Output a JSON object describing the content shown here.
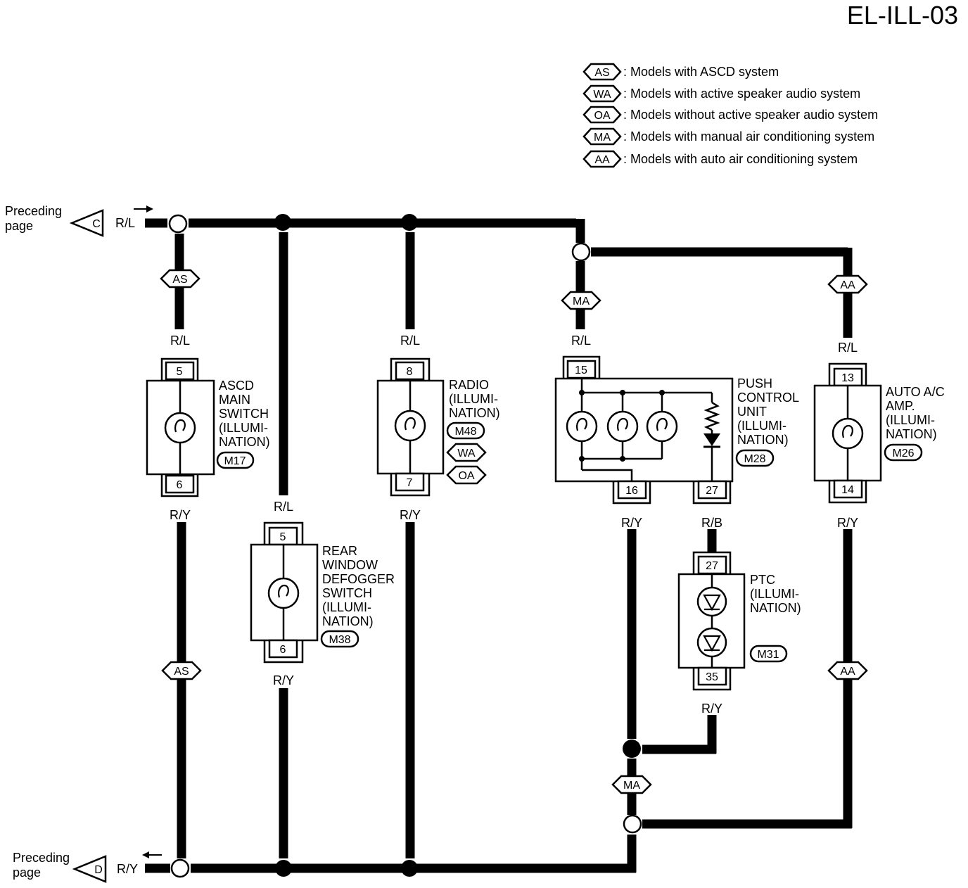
{
  "page_code": "EL-ILL-03",
  "legend": [
    {
      "code": "AS",
      "text": ": Models with ASCD system"
    },
    {
      "code": "WA",
      "text": ": Models with active speaker audio system"
    },
    {
      "code": "OA",
      "text": ": Models without active speaker audio system"
    },
    {
      "code": "MA",
      "text": ": Models with manual air conditioning system"
    },
    {
      "code": "AA",
      "text": ": Models with auto air conditioning system"
    }
  ],
  "references": {
    "top": {
      "line1": "Preceding",
      "line2": "page",
      "letter": "C",
      "wire": "R/L"
    },
    "bottom": {
      "line1": "Preceding",
      "line2": "page",
      "letter": "D",
      "wire": "R/Y"
    }
  },
  "tags": {
    "as": "AS",
    "ma": "MA",
    "aa": "AA",
    "wa": "WA",
    "oa": "OA"
  },
  "wires": {
    "rl": "R/L",
    "ry": "R/Y",
    "rb": "R/B"
  },
  "components": {
    "ascd": {
      "lines": [
        "ASCD",
        "MAIN",
        "SWITCH",
        "(ILLUMI-",
        "NATION)"
      ],
      "connector": "M17",
      "pin_top": "5",
      "pin_bottom": "6"
    },
    "defogger": {
      "lines": [
        "REAR",
        "WINDOW",
        "DEFOGGER",
        "SWITCH",
        "(ILLUMI-",
        "NATION)"
      ],
      "connector": "M38",
      "pin_top": "5",
      "pin_bottom": "6"
    },
    "radio": {
      "lines": [
        "RADIO",
        "(ILLUMI-",
        "NATION)"
      ],
      "connector": "M48",
      "pin_top": "8",
      "pin_bottom": "7"
    },
    "push": {
      "lines": [
        "PUSH",
        "CONTROL",
        "UNIT",
        "(ILLUMI-",
        "NATION)"
      ],
      "connector": "M28",
      "pin_top": "15",
      "pin_bottom_a": "16",
      "pin_bottom_b": "27"
    },
    "ptc": {
      "lines": [
        "PTC",
        "(ILLUMI-",
        "NATION)"
      ],
      "connector": "M31",
      "pin_top": "27",
      "pin_bottom": "35"
    },
    "auto_ac": {
      "lines": [
        "AUTO A/C",
        "AMP.",
        "(ILLUMI-",
        "NATION)"
      ],
      "connector": "M26",
      "pin_top": "13",
      "pin_bottom": "14"
    }
  }
}
